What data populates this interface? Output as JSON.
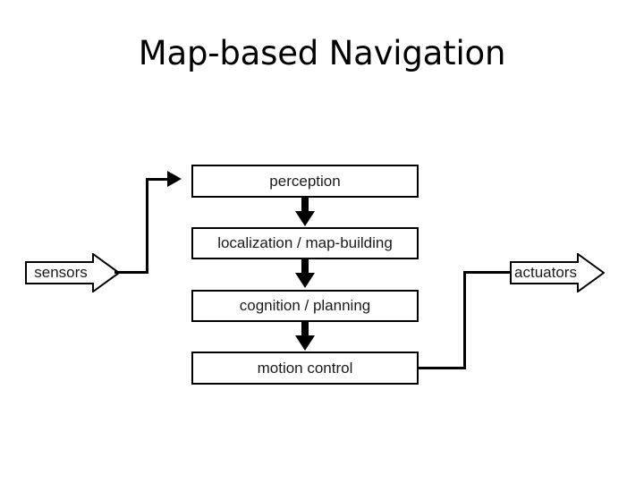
{
  "slide": {
    "title": "Map-based Navigation",
    "background_color": "#ffffff",
    "stroke_color": "#000000",
    "text_color": "#1a1a1a"
  },
  "diagram": {
    "type": "flowchart",
    "pipeline_boxes": [
      {
        "id": "perception",
        "label": "perception"
      },
      {
        "id": "localization",
        "label": "localization / map-building"
      },
      {
        "id": "cognition",
        "label": "cognition / planning"
      },
      {
        "id": "motion-control",
        "label": "motion control"
      }
    ],
    "block_arrows": [
      {
        "id": "sensors",
        "label": "sensors",
        "direction": "right"
      },
      {
        "id": "actuators",
        "label": "actuators",
        "direction": "right"
      }
    ],
    "connections": [
      {
        "from": "sensors",
        "to": "perception"
      },
      {
        "from": "perception",
        "to": "localization"
      },
      {
        "from": "localization",
        "to": "cognition"
      },
      {
        "from": "cognition",
        "to": "motion-control"
      },
      {
        "from": "motion-control",
        "to": "actuators"
      }
    ]
  }
}
